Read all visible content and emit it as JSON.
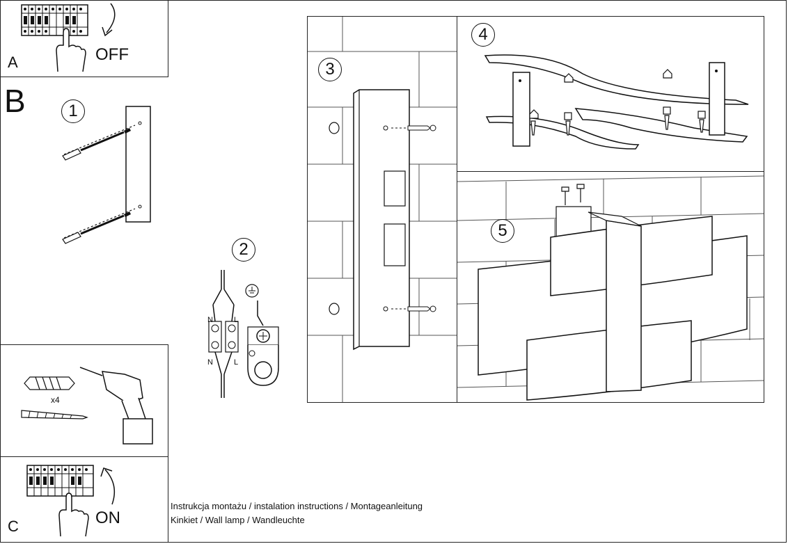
{
  "sections": {
    "a": {
      "letter": "A",
      "action": "OFF"
    },
    "b": {
      "letter": "B"
    },
    "c": {
      "letter": "C",
      "action": "ON"
    }
  },
  "steps": [
    "1",
    "2",
    "3",
    "4",
    "5"
  ],
  "wiring": {
    "n_top": "N",
    "l_top": "L",
    "n_bottom": "N",
    "l_bottom": "L"
  },
  "tools": {
    "quantity": "x4"
  },
  "caption": {
    "line1": "Instrukcja montażu / instalation instructions / Montageanleitung",
    "line2": "Kinkiet / Wall lamp / Wandleuchte"
  }
}
